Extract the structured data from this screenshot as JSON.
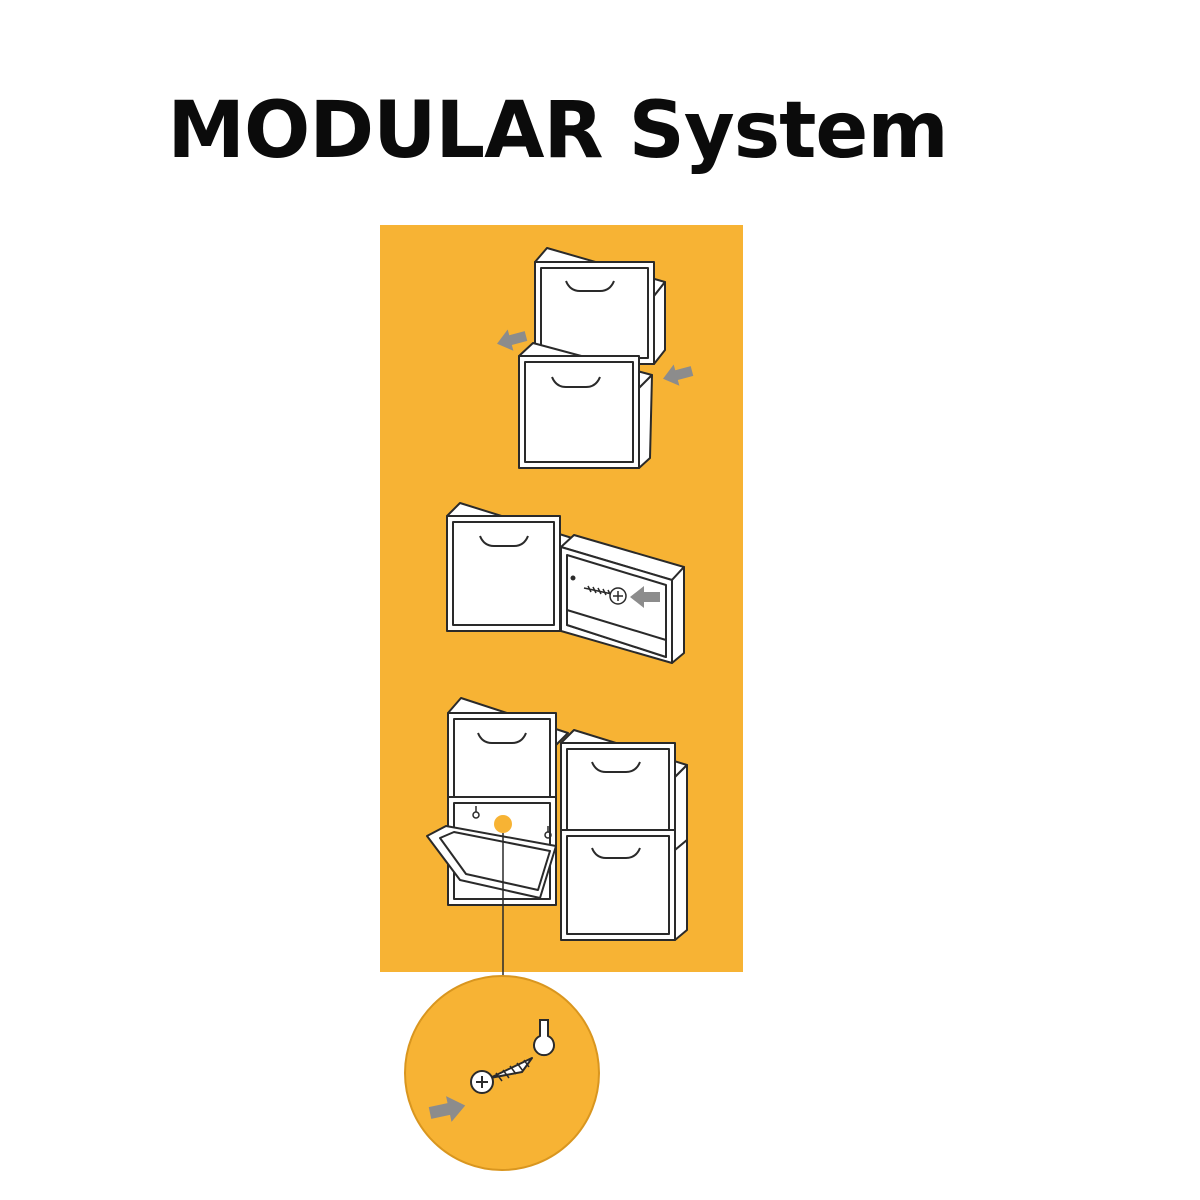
{
  "title": "MODULAR System",
  "colors": {
    "panel": "#f7b334",
    "outline": "#2a2a2a",
    "arrow": "#8c8c8c",
    "marker": "#f7b334"
  },
  "steps": [
    {
      "id": "stack",
      "icon": "stack-units-diagram"
    },
    {
      "id": "screw-side",
      "icon": "side-by-side-screw-diagram"
    },
    {
      "id": "wall-mount",
      "icon": "wall-mount-diagram"
    }
  ],
  "detail": {
    "icon": "screw-keyhole-detail"
  }
}
